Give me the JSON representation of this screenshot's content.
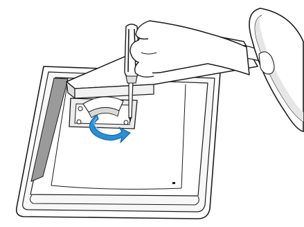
{
  "colors": {
    "line": "#1a1a1a",
    "panel_fill": "#ffffff",
    "panel_shade": "#dedede",
    "side_strip": "#9a9a9a",
    "hand_fill": "#ffffff",
    "screwdriver_handle": "#2b2b2b",
    "arrow_fill": "#2a8fd6",
    "arrow_stroke": "#1565a8"
  },
  "icons": {
    "monitor_back": "monitor-panel-back",
    "stand_arm": "stand-neck-arm",
    "stand_base": "stand-base-disc",
    "hand": "hand-holding-screwdriver",
    "screwdriver": "phillips-screwdriver",
    "arrow": "counterclockwise-rotate-arrow"
  }
}
